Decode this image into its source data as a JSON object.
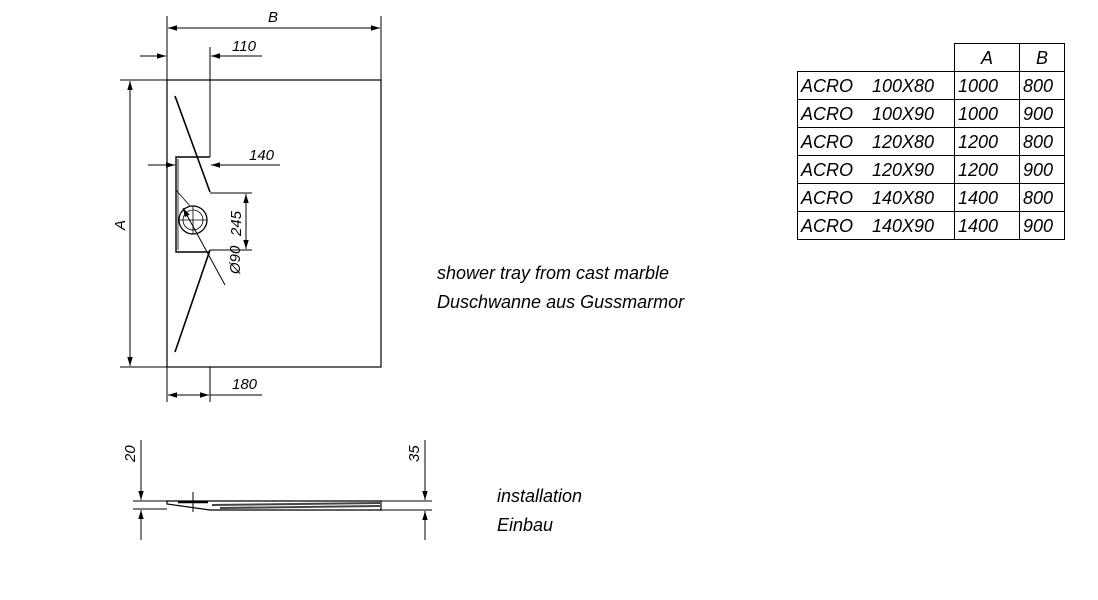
{
  "top_view": {
    "dim_width": "B",
    "dim_height": "A",
    "dim_drain_offset": "110",
    "dim_drain_box_width": "140",
    "dim_drain_box_height": "245",
    "dim_drain_diameter": "Ø90",
    "dim_bottom_offset": "180"
  },
  "side_view": {
    "dim_left_thickness": "20",
    "dim_right_thickness": "35"
  },
  "captions": {
    "product_en": "shower tray from cast marble",
    "product_de": "Duschwanne aus Gussmarmor",
    "install_en": "installation",
    "install_de": "Einbau"
  },
  "table": {
    "headers": [
      "A",
      "B"
    ],
    "rows": [
      {
        "model": "ACRO 100X80",
        "a": "1000",
        "b": "800"
      },
      {
        "model": "ACRO 100X90",
        "a": "1000",
        "b": "900"
      },
      {
        "model": "ACRO 120X80",
        "a": "1200",
        "b": "800"
      },
      {
        "model": "ACRO 120X90",
        "a": "1200",
        "b": "900"
      },
      {
        "model": "ACRO 140X80",
        "a": "1400",
        "b": "800"
      },
      {
        "model": "ACRO 140X90",
        "a": "1400",
        "b": "900"
      }
    ]
  }
}
